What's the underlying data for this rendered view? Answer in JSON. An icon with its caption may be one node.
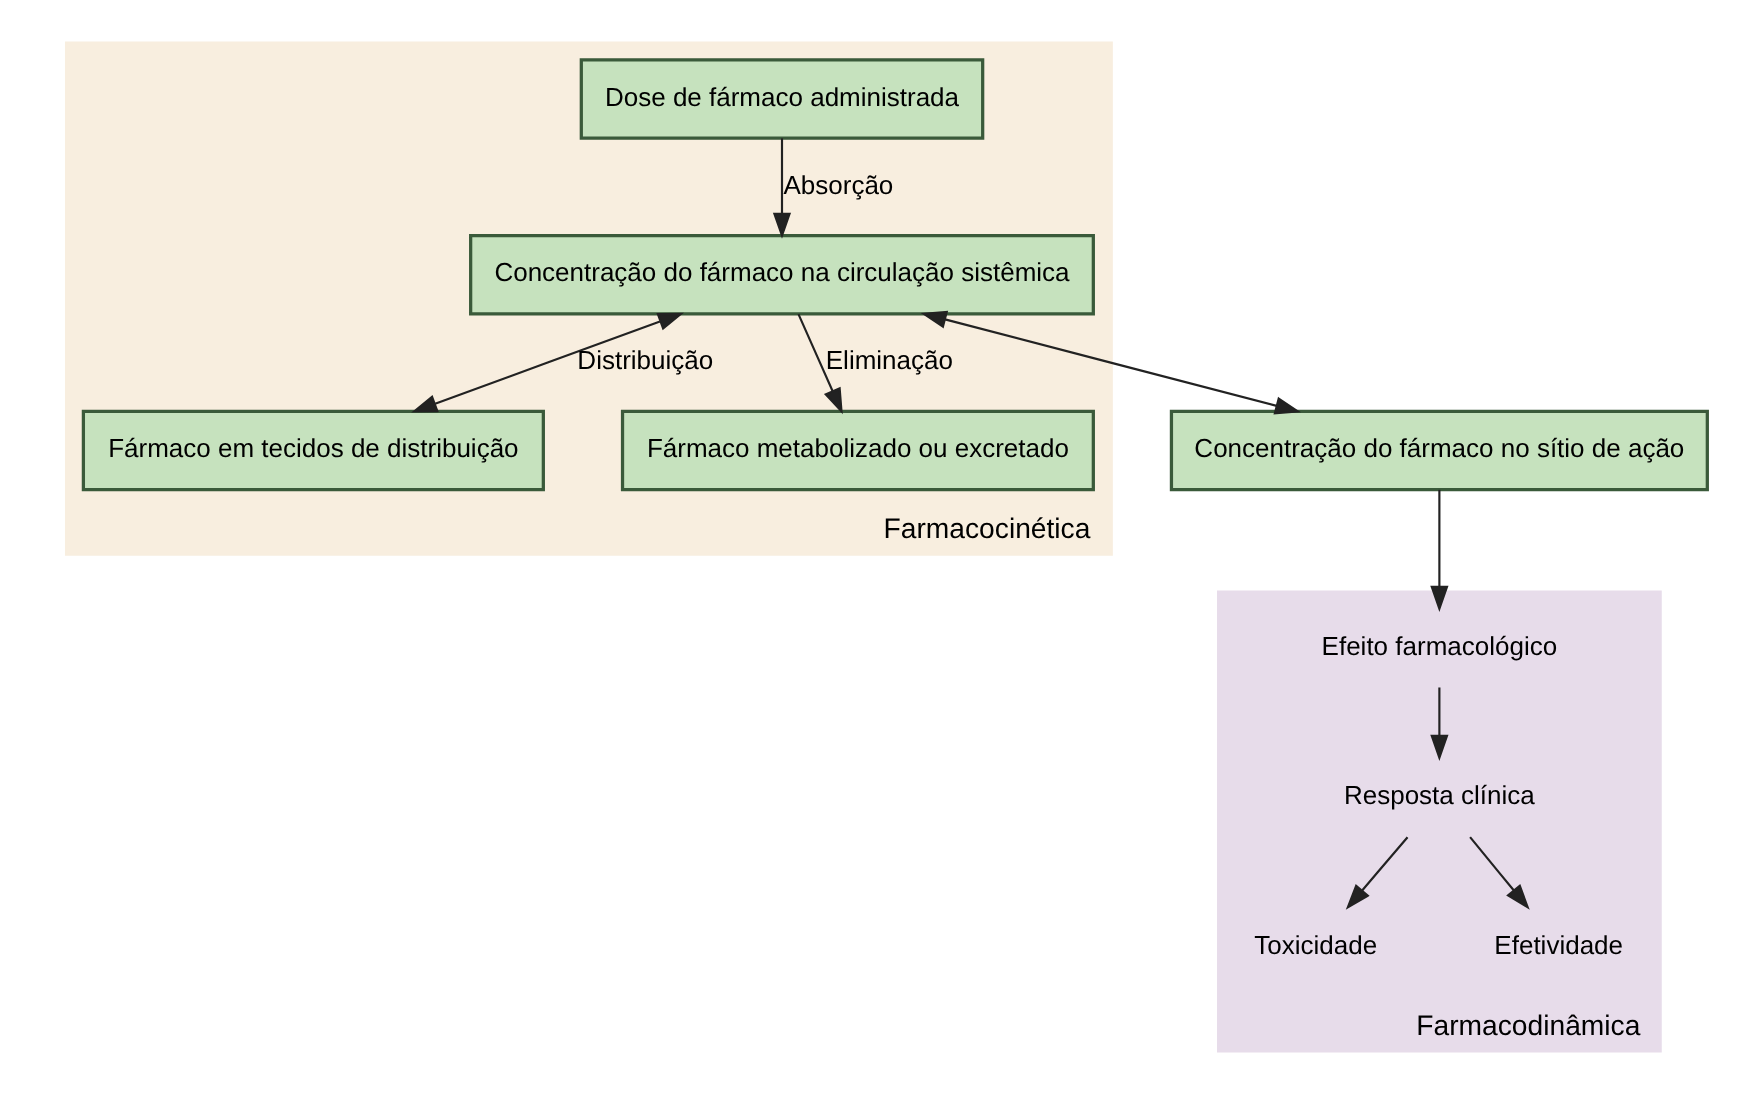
{
  "diagram": {
    "nodes": [
      {
        "text": [
          "Farmacocinética"
        ]
      },
      {
        "text": [
          "Dose de fármaco administrada"
        ],
        "in": 0
      },
      {
        "text": [
          "Concentração do fármaco na circulação sistêmica"
        ],
        "in": 0
      },
      {
        "text": [
          "Fármaco em tecidos de distribuição"
        ],
        "in": 0
      },
      {
        "text": [
          "Fármaco metabolizado ou excretado"
        ],
        "in": 0
      },
      {
        "text": [
          "Concentração do fármaco no sítio de ação"
        ]
      },
      {
        "text": [
          "Farmacodinâmica"
        ]
      },
      {
        "text": [
          "Efeito farmacológico"
        ],
        "in": 6
      },
      {
        "text": [
          "Resposta clínica"
        ],
        "in": 6
      },
      {
        "text": [
          "Toxicidade"
        ],
        "in": 6
      },
      {
        "text": [
          "Efetividade"
        ],
        "in": 6
      }
    ],
    "edges": [
      {
        "from": 1,
        "to": 2,
        "arrow": "to",
        "label": "Absorção"
      },
      {
        "from": 2,
        "to": 3,
        "arrow": "both",
        "label": "Distribuição"
      },
      {
        "from": 2,
        "to": 4,
        "arrow": "to",
        "label": "Eliminação"
      },
      {
        "from": 2,
        "to": 5,
        "arrow": "both"
      },
      {
        "from": 5,
        "to": 7,
        "arrow": "to"
      },
      {
        "from": 7,
        "to": 8,
        "arrow": "to"
      },
      {
        "from": 8,
        "to": 9,
        "arrow": "to"
      },
      {
        "from": 8,
        "to": 10,
        "arrow": "to"
      }
    ]
  }
}
